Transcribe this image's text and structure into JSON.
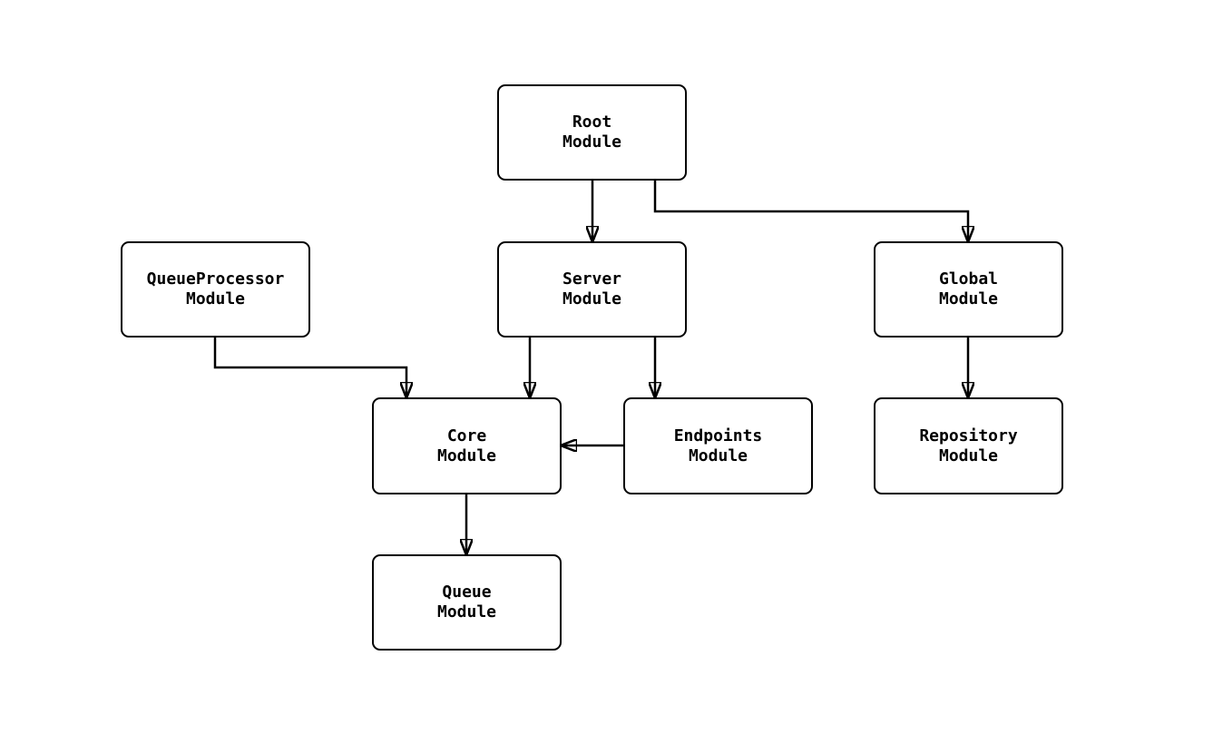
{
  "background": "#ffffff",
  "node_style": {
    "fill": "#ffffff",
    "stroke": "#000000",
    "text_color": "#000000"
  },
  "nodes": {
    "root": {
      "label": "Root\nModule"
    },
    "queueprocessor": {
      "label": "QueueProcessor\nModule"
    },
    "server": {
      "label": "Server\nModule"
    },
    "global": {
      "label": "Global\nModule"
    },
    "core": {
      "label": "Core\nModule"
    },
    "endpoints": {
      "label": "Endpoints\nModule"
    },
    "repository": {
      "label": "Repository\nModule"
    },
    "queue": {
      "label": "Queue\nModule"
    }
  },
  "edges": [
    {
      "from": "Root Module",
      "to": "Server Module"
    },
    {
      "from": "Root Module",
      "to": "Global Module"
    },
    {
      "from": "QueueProcessor Module",
      "to": "Core Module"
    },
    {
      "from": "Server Module",
      "to": "Core Module"
    },
    {
      "from": "Server Module",
      "to": "Endpoints Module"
    },
    {
      "from": "Endpoints Module",
      "to": "Core Module"
    },
    {
      "from": "Global Module",
      "to": "Repository Module"
    },
    {
      "from": "Core Module",
      "to": "Queue Module"
    }
  ]
}
